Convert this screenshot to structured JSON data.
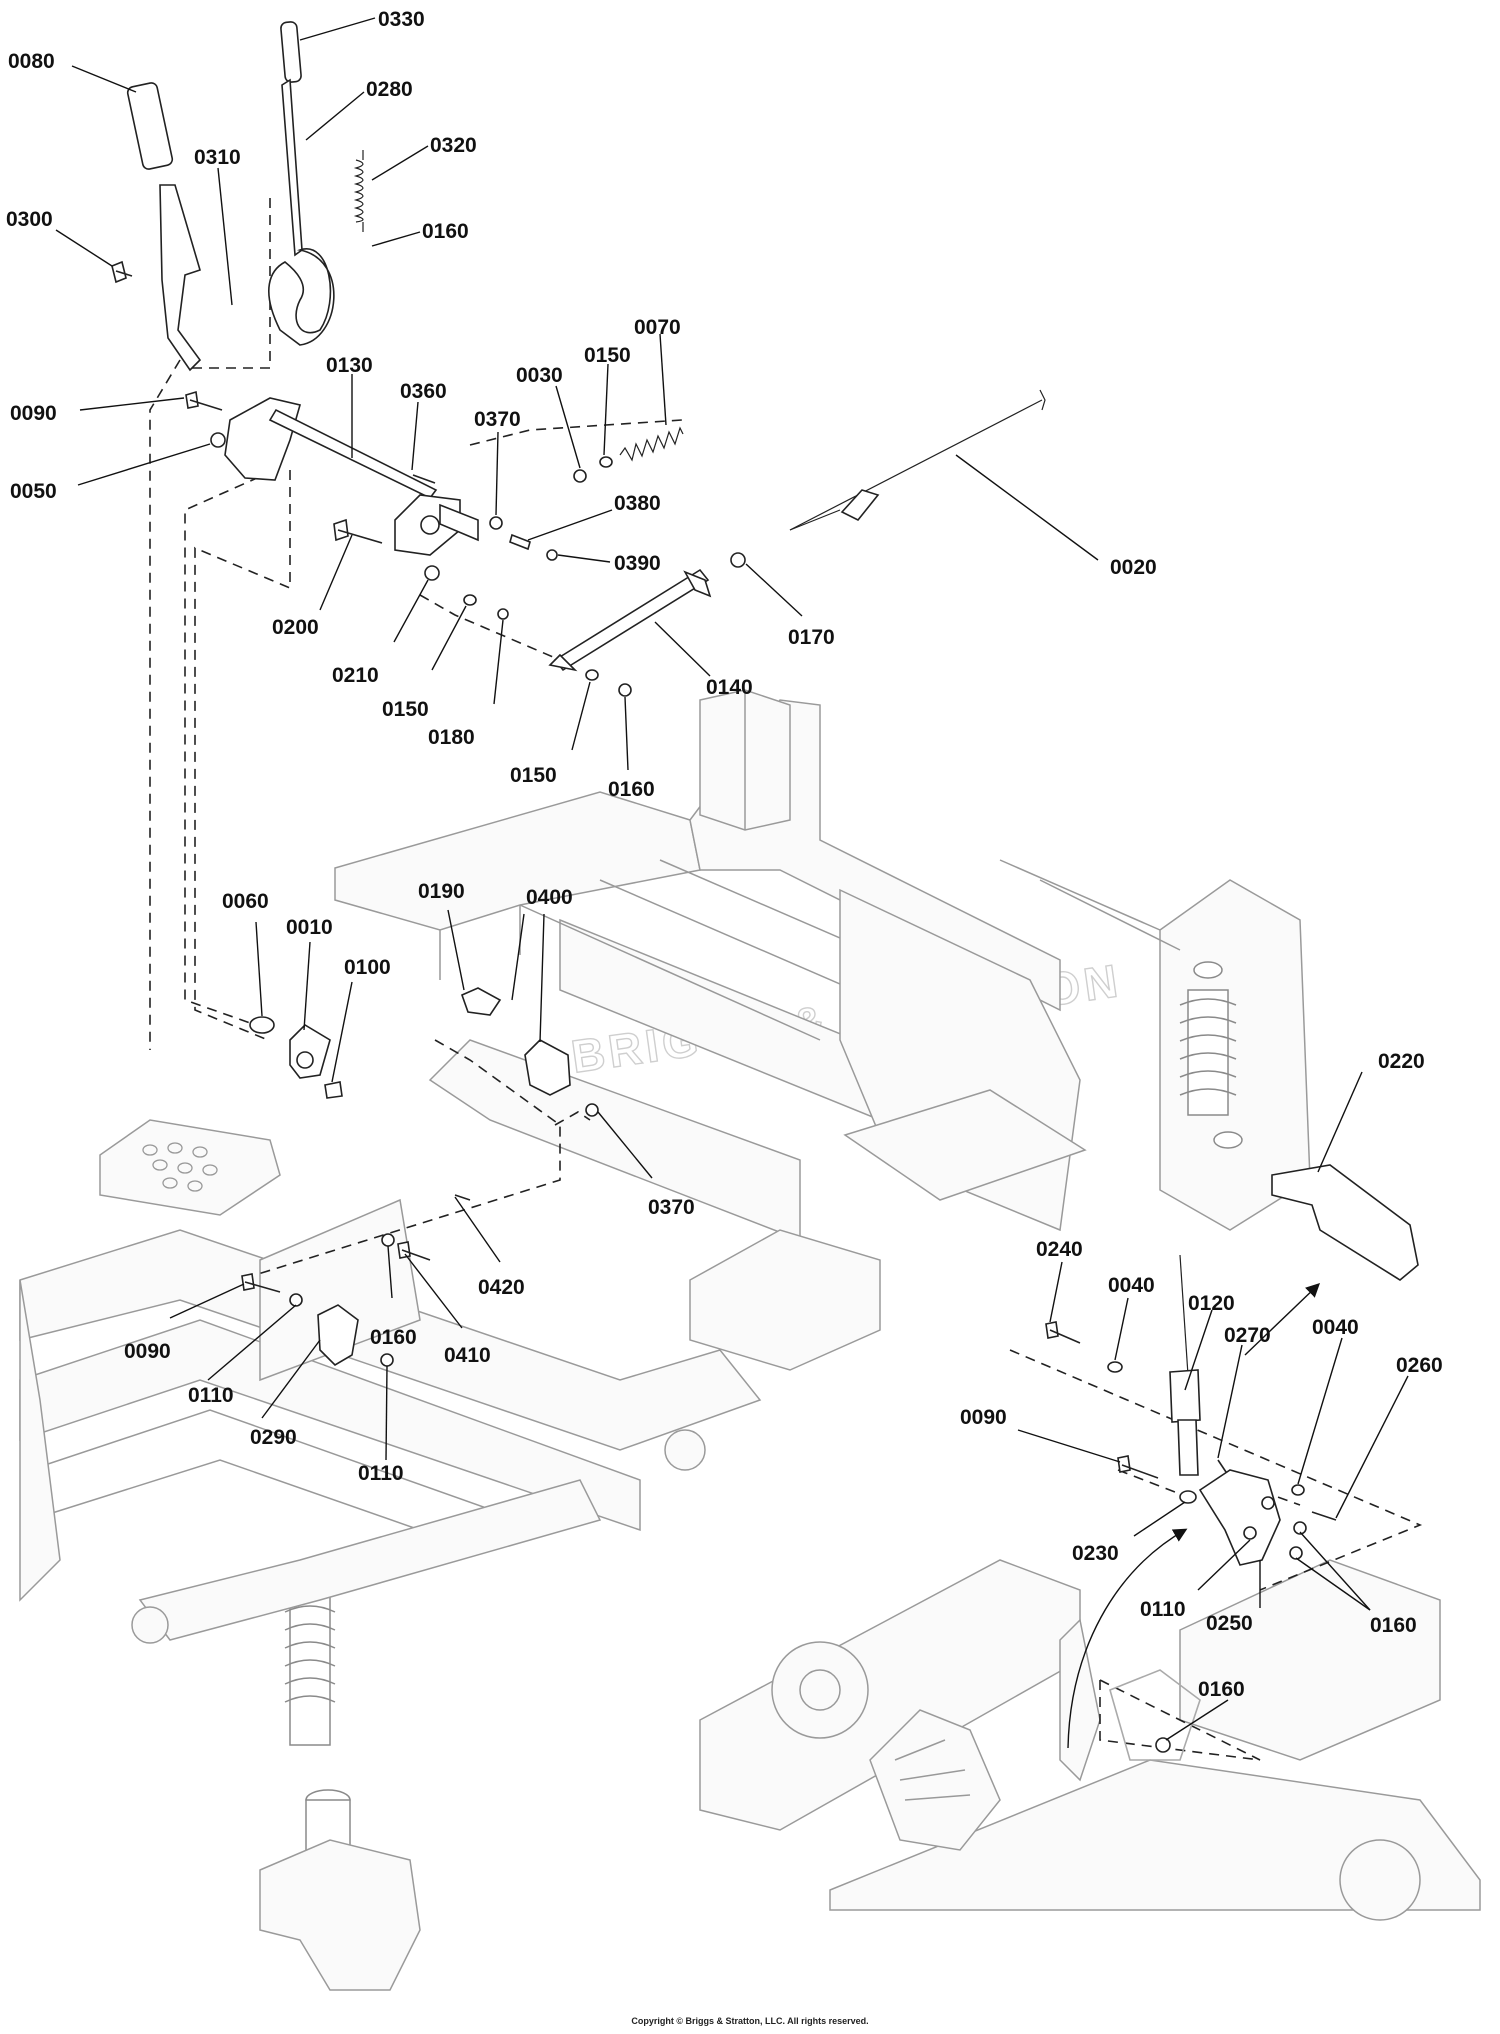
{
  "watermark": "BRIGGS & STRATTON",
  "copyright": "Copyright © Briggs & Stratton, LLC. All rights reserved.",
  "callouts": [
    {
      "id": "c-0330",
      "label": "0330"
    },
    {
      "id": "c-0080",
      "label": "0080"
    },
    {
      "id": "c-0280",
      "label": "0280"
    },
    {
      "id": "c-0320",
      "label": "0320"
    },
    {
      "id": "c-0310",
      "label": "0310"
    },
    {
      "id": "c-0160a",
      "label": "0160"
    },
    {
      "id": "c-0300",
      "label": "0300"
    },
    {
      "id": "c-0070",
      "label": "0070"
    },
    {
      "id": "c-0130",
      "label": "0130"
    },
    {
      "id": "c-0030",
      "label": "0030"
    },
    {
      "id": "c-0150a",
      "label": "0150"
    },
    {
      "id": "c-0360",
      "label": "0360"
    },
    {
      "id": "c-0090a",
      "label": "0090"
    },
    {
      "id": "c-0370a",
      "label": "0370"
    },
    {
      "id": "c-0050",
      "label": "0050"
    },
    {
      "id": "c-0380",
      "label": "0380"
    },
    {
      "id": "c-0390",
      "label": "0390"
    },
    {
      "id": "c-0020",
      "label": "0020"
    },
    {
      "id": "c-0200",
      "label": "0200"
    },
    {
      "id": "c-0170",
      "label": "0170"
    },
    {
      "id": "c-0210",
      "label": "0210"
    },
    {
      "id": "c-0140",
      "label": "0140"
    },
    {
      "id": "c-0150b",
      "label": "0150"
    },
    {
      "id": "c-0180",
      "label": "0180"
    },
    {
      "id": "c-0150c",
      "label": "0150"
    },
    {
      "id": "c-0160b",
      "label": "0160"
    },
    {
      "id": "c-0060",
      "label": "0060"
    },
    {
      "id": "c-0190",
      "label": "0190"
    },
    {
      "id": "c-0400",
      "label": "0400"
    },
    {
      "id": "c-0010",
      "label": "0010"
    },
    {
      "id": "c-0100",
      "label": "0100"
    },
    {
      "id": "c-0220",
      "label": "0220"
    },
    {
      "id": "c-0370b",
      "label": "0370"
    },
    {
      "id": "c-0240",
      "label": "0240"
    },
    {
      "id": "c-0040a",
      "label": "0040"
    },
    {
      "id": "c-0420",
      "label": "0420"
    },
    {
      "id": "c-0090b",
      "label": "0090"
    },
    {
      "id": "c-0160c",
      "label": "0160"
    },
    {
      "id": "c-0120",
      "label": "0120"
    },
    {
      "id": "c-0410",
      "label": "0410"
    },
    {
      "id": "c-0270",
      "label": "0270"
    },
    {
      "id": "c-0040b",
      "label": "0040"
    },
    {
      "id": "c-0260",
      "label": "0260"
    },
    {
      "id": "c-0110a",
      "label": "0110"
    },
    {
      "id": "c-0090c",
      "label": "0090"
    },
    {
      "id": "c-0290",
      "label": "0290"
    },
    {
      "id": "c-0110b",
      "label": "0110"
    },
    {
      "id": "c-0230",
      "label": "0230"
    },
    {
      "id": "c-0110c",
      "label": "0110"
    },
    {
      "id": "c-0250",
      "label": "0250"
    },
    {
      "id": "c-0160d",
      "label": "0160"
    },
    {
      "id": "c-0160e",
      "label": "0160"
    }
  ]
}
